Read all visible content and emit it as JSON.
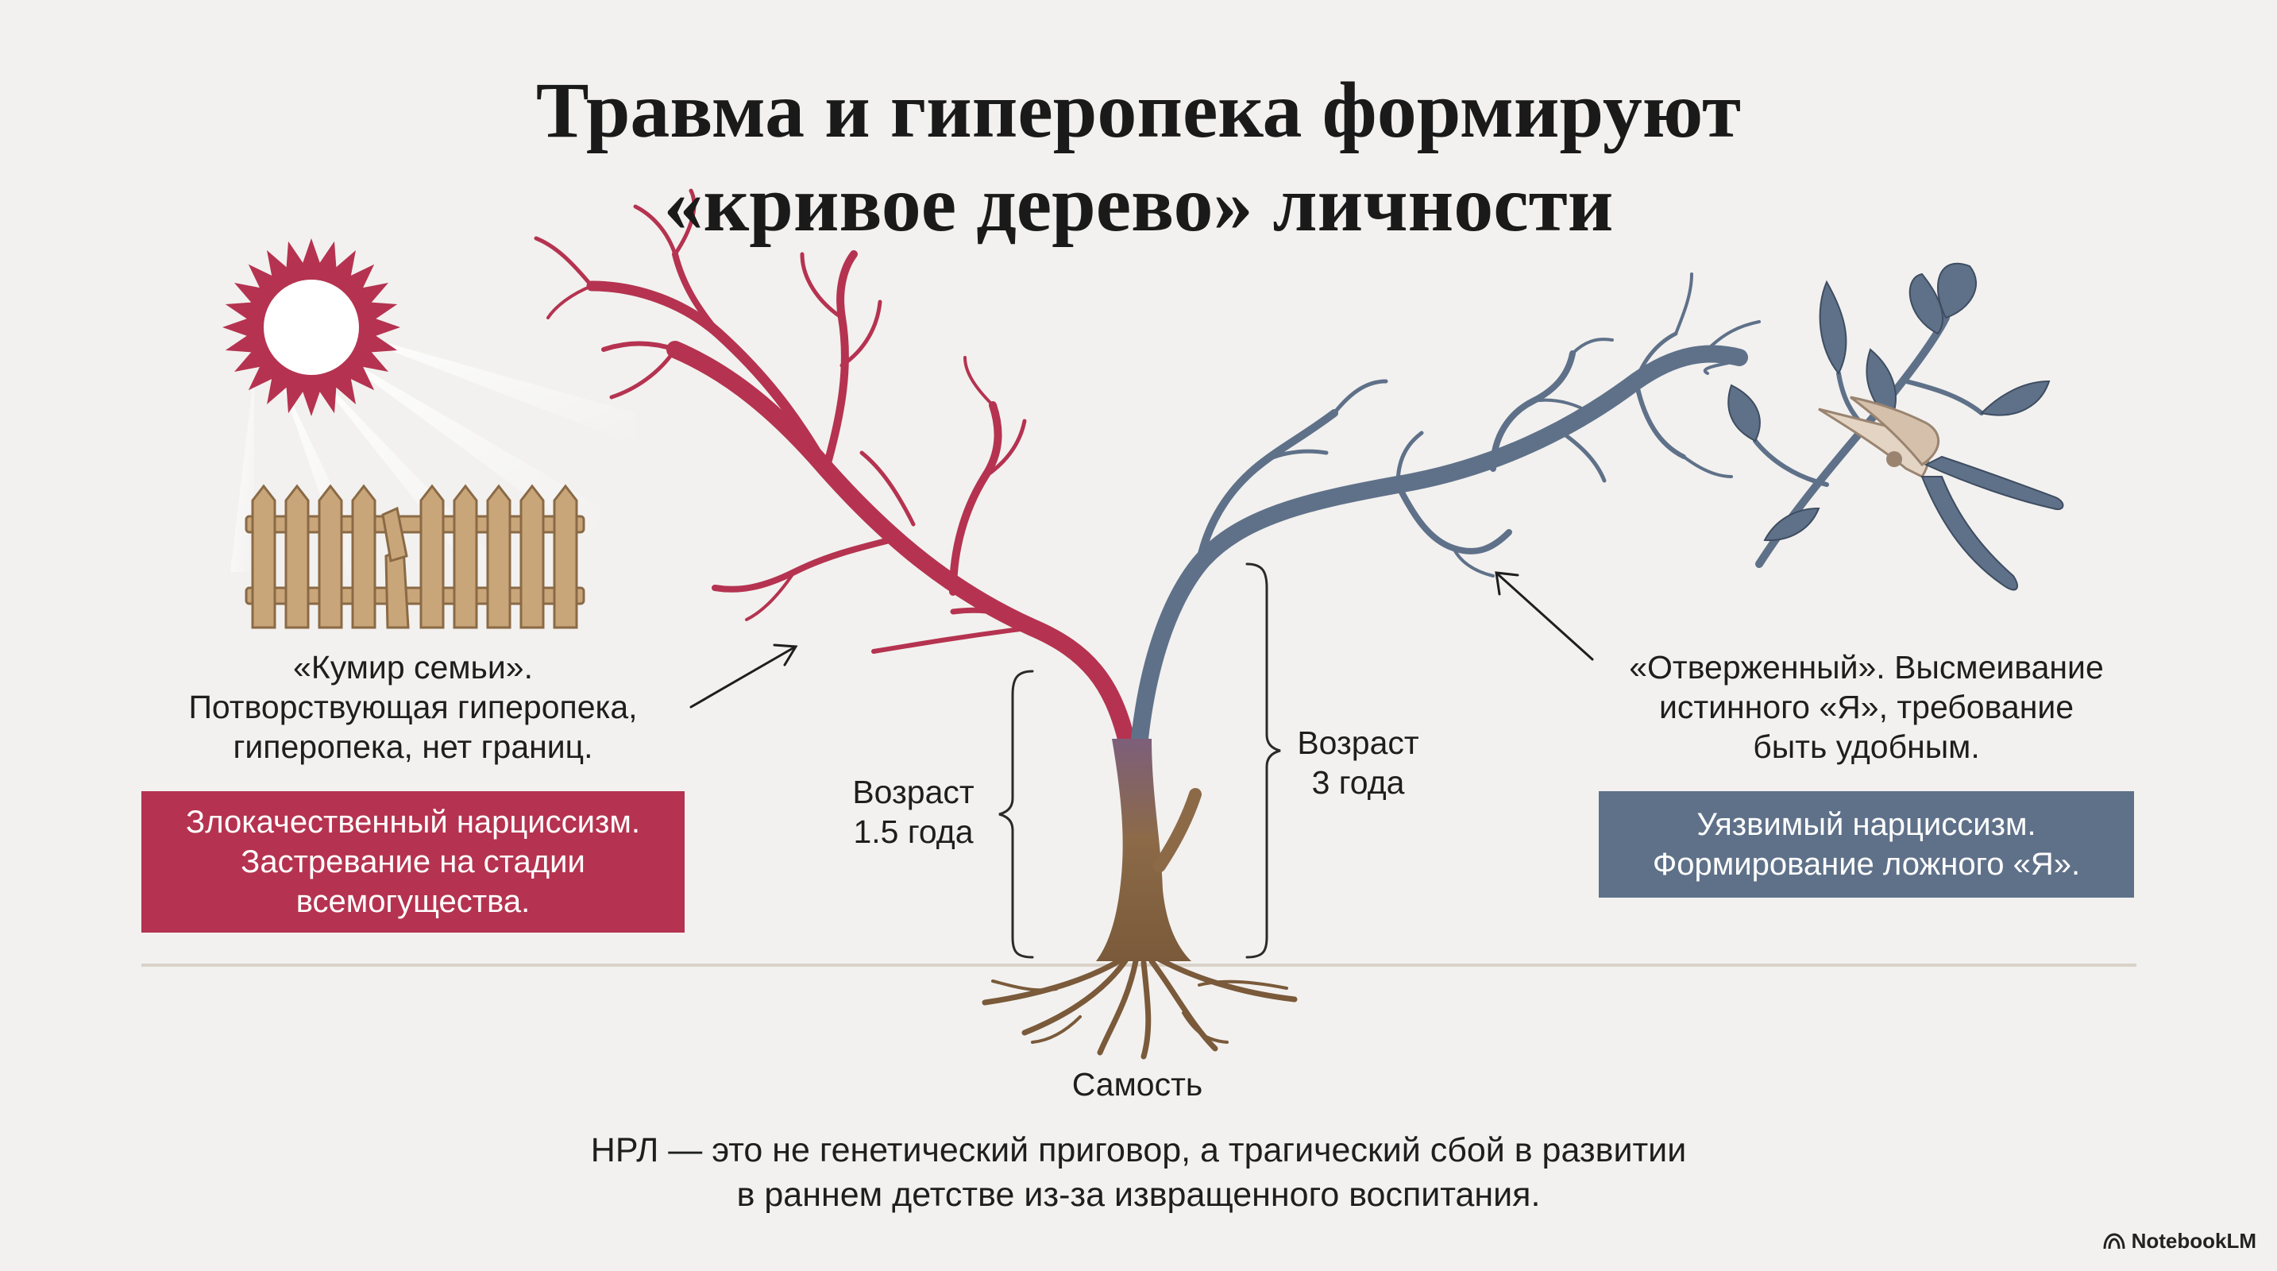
{
  "title": {
    "line1": "Травма и гиперопека формируют",
    "line2": "«кривое дерево» личности"
  },
  "left": {
    "caption": [
      "«Кумир семьи».",
      "Потворствующая гиперопека,",
      "гиперопека, нет границ."
    ],
    "box": [
      "Злокачественный нарциссизм.",
      "Застревание на стадии",
      "всемогущества."
    ],
    "age": [
      "Возраст",
      "1.5 года"
    ],
    "color": "#b53350"
  },
  "right": {
    "caption": [
      "«Отверженный». Высмеивание",
      "истинного «Я», требование",
      "быть удобным."
    ],
    "box": [
      "Уязвимый нарциссизм.",
      "Формирование ложного «Я»."
    ],
    "age": [
      "Возраст",
      "3 года"
    ],
    "color": "#5f7189"
  },
  "trunk_label": "Самость",
  "footer": [
    "НРЛ — это не генетический приговор, а трагический сбой в развитии",
    "в раннем детстве из-за извращенного воспитания."
  ],
  "brand": "NotebookLM",
  "icons": {
    "sun": "sun-icon",
    "fence": "broken-fence-icon",
    "shears": "pruning-shears-icon",
    "branch": "leafy-branch-icon"
  },
  "colors": {
    "background": "#f2f1ef",
    "trunk": "#8c6a48",
    "fence": "#c9a57a",
    "leaf": "#5f7189"
  }
}
